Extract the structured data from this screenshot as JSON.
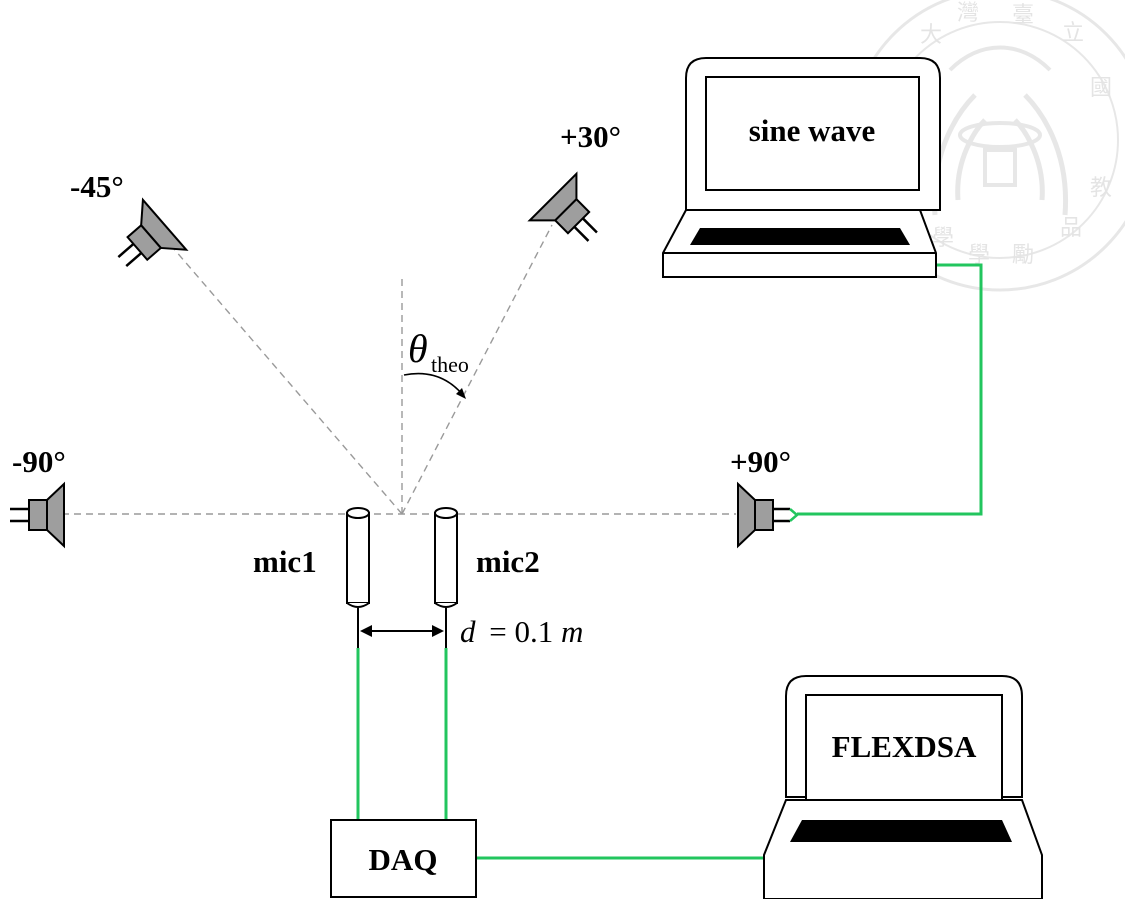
{
  "colors": {
    "cable": "#22c55e",
    "speaker_fill": "#9e9e9e",
    "guide_line": "#9a9a9a",
    "outline": "#000000",
    "screen_bar": "#000000",
    "watermark": "#d9d9d9"
  },
  "speakers": [
    {
      "id": "minus-90",
      "label": "-90°"
    },
    {
      "id": "minus-45",
      "label": "-45°"
    },
    {
      "id": "plus-30",
      "label": "+30°"
    },
    {
      "id": "plus-90",
      "label": "+90°"
    }
  ],
  "mics": [
    {
      "id": "mic1",
      "label": "mic1"
    },
    {
      "id": "mic2",
      "label": "mic2"
    }
  ],
  "spacing": {
    "d_symbol": "d",
    "equals": "= 0.1",
    "unit": "m"
  },
  "angle": {
    "symbol": "θ",
    "subscript": "theo"
  },
  "computers": {
    "generator": {
      "screen_text": "sine wave"
    },
    "analyzer": {
      "screen_text": "FLEXDSA"
    }
  },
  "daq": {
    "label": "DAQ"
  },
  "watermark": {
    "chars": [
      "大",
      "灣",
      "臺",
      "立",
      "國",
      "教",
      "品",
      "勵",
      "學",
      "學"
    ]
  }
}
